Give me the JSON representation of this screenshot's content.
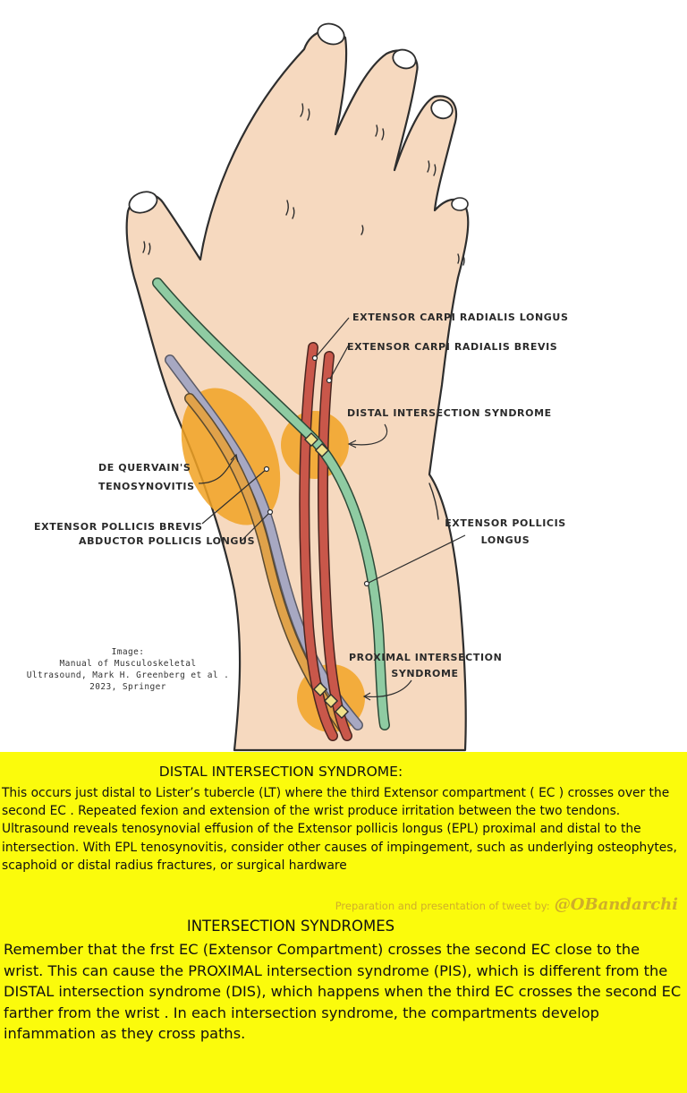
{
  "figure": {
    "labels": {
      "ecrl": "EXTENSOR CARPI RADIALIS LONGUS",
      "ecrb": "EXTENSOR CARPI RADIALIS BREVIS",
      "distal": "DISTAL INTERSECTION SYNDROME",
      "dequervain_1": "DE QUERVAIN'S",
      "dequervain_2": "TENOSYNOVITIS",
      "epb": "EXTENSOR POLLICIS BREVIS",
      "apl": "ABDUCTOR POLLICIS LONGUS",
      "epl_1": "EXTENSOR POLLICIS",
      "epl_2": "LONGUS",
      "proximal_1": "PROXIMAL INTERSECTION",
      "proximal_2": "SYNDROME"
    },
    "credit": [
      "Image:",
      "Manual of Musculoskeletal",
      "Ultrasound, Mark H. Greenberg et al .",
      "2023, Springer"
    ]
  },
  "distal_section": {
    "title": "DISTAL INTERSECTION SYNDROME:",
    "body": "This occurs just distal to Lister’s tubercle (LT) where the third Extensor compartment ( EC ) crosses over the second EC . Repeated fexion and extension of the wrist produce irritation between the two tendons. Ultrasound reveals tenosynovial effusion of the Extensor pollicis longus (EPL) proximal and distal to the intersection. With EPL tenosynovitis, consider other causes of impingement, such as underlying osteophytes, scaphoid or distal radius fractures, or surgical hardware"
  },
  "attribution": {
    "text": "Preparation and presentation of tweet by:",
    "handle": "@OBandarchi"
  },
  "intersection_section": {
    "title": "INTERSECTION SYNDROMES",
    "body": "Remember that the frst EC (Extensor Compartment) crosses the second EC close to the wrist. This can cause the PROXIMAL intersection syndrome (PIS), which is different from the DISTAL intersection syndrome (DIS), which happens when the third EC crosses the second EC farther from the wrist . In each intersection syndrome, the compartments develop infammation as they cross paths."
  },
  "colors": {
    "skin": "#f6d9bf",
    "panel": "#fbfb0c",
    "epl_tendon": "#8fcba2",
    "ecr_tendon": "#c9574a",
    "apl_tendon": "#a7a8c2",
    "highlight": "#f2a324",
    "attribution": "#cfae2a"
  }
}
